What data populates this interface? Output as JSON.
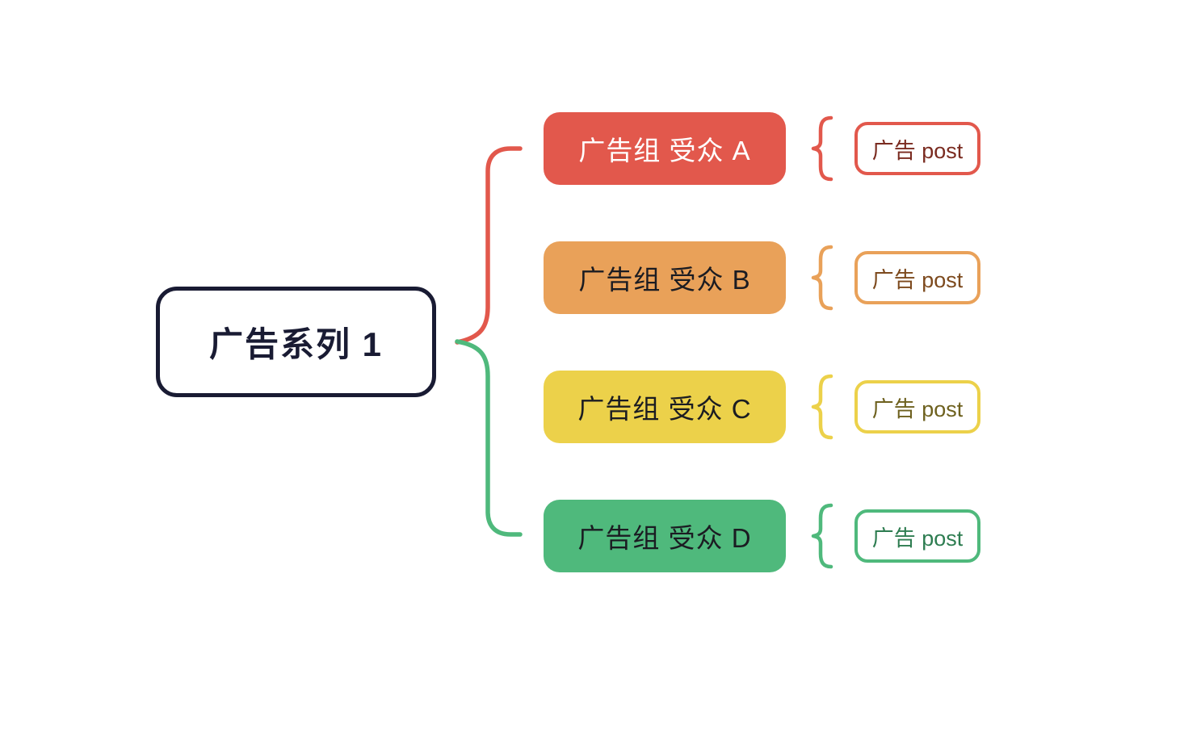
{
  "diagram": {
    "background": "#FFFFFF",
    "root": {
      "label": "广告系列 1",
      "border_color": "#191B33",
      "text_color": "#191B33",
      "fill": "#FFFFFF"
    },
    "nodes": [
      {
        "id": "A",
        "label": "广告组 受众 A",
        "fill": "#E2584C",
        "text_color": "#FFFFFF",
        "accent": "#E2584C",
        "post_label": "广告 post",
        "post_text_color": "#7A2B20"
      },
      {
        "id": "B",
        "label": "广告组 受众 B",
        "fill": "#E9A159",
        "text_color": "#1B1C22",
        "accent": "#E9A159",
        "post_label": "广告 post",
        "post_text_color": "#7D4A1E"
      },
      {
        "id": "C",
        "label": "广告组 受众 C",
        "fill": "#ECD14A",
        "text_color": "#1B1C22",
        "accent": "#ECD14A",
        "post_label": "广告 post",
        "post_text_color": "#6E611F"
      },
      {
        "id": "D",
        "label": "广告组 受众 D",
        "fill": "#4FB97C",
        "text_color": "#1B1C22",
        "accent": "#4FB97C",
        "post_label": "广告 post",
        "post_text_color": "#2E7D51"
      }
    ],
    "connectors": [
      {
        "from": "root",
        "to": "A",
        "color": "#E2584C"
      },
      {
        "from": "root",
        "to": "D",
        "color": "#4FB97C"
      }
    ]
  }
}
